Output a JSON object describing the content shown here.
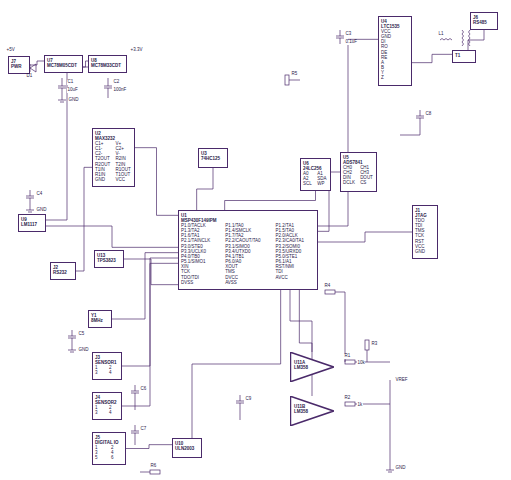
{
  "diagram": {
    "nodes": [
      {
        "text": [
          "U7",
          "MC78M05CDT"
        ]
      },
      {
        "text": [
          "U8",
          "MC78M33CDT"
        ]
      },
      {
        "text": [
          "U2",
          "MAX3232",
          "C1+",
          "V+",
          "C1-",
          "C2+",
          "C2-",
          "V-",
          "T2OUT",
          "R2IN",
          "R2OUT",
          "T2IN",
          "T1IN",
          "R1OUT",
          "R1IN",
          "T1OUT",
          "GND",
          "VCC"
        ]
      },
      {
        "text": [
          "U3",
          "74HC125"
        ]
      },
      {
        "text": [
          "U4",
          "LTC1535",
          "VCC",
          "GND",
          "DI",
          "RO",
          "DE",
          "RE",
          "A",
          "B",
          "Y",
          "Z"
        ]
      },
      {
        "text": [
          "U5",
          "ADS7841",
          "CH0",
          "CH1",
          "CH2",
          "CH3",
          "DIN",
          "DOUT",
          "DCLK",
          "CS"
        ]
      },
      {
        "text": [
          "U6",
          "24LC256",
          "A0",
          "A1",
          "A2",
          "SDA",
          "SCL",
          "WP"
        ]
      },
      {
        "text": [
          "U1",
          "MSP430F149IPM",
          "P1.0/TACLK",
          "P1.1/TA0",
          "P1.2/TA1",
          "P1.3/TA2",
          "P1.4/SMCLK",
          "P1.5/TA0",
          "P1.6/TA1",
          "P1.7/TA2",
          "P2.0/ACLK",
          "P2.1/TAINCLK",
          "P2.2/CAOUT/TA0",
          "P2.3/CA0/TA1",
          "P3.0/STE0",
          "P3.1/SIMO0",
          "P3.2/SOMI0",
          "P3.3/UCLK0",
          "P3.4/UTXD0",
          "P3.5/URXD0",
          "P4.0/TB0",
          "P4.1/TB1",
          "P5.0/STE1",
          "P5.1/SIMO1",
          "P6.0/A0",
          "P6.1/A1",
          "XIN",
          "XOUT",
          "RST/NMI",
          "TCK",
          "TMS",
          "TDI",
          "TDO/TDI",
          "DVCC",
          "AVCC",
          "DVSS",
          "AVSS"
        ]
      },
      {
        "text": [
          "J1",
          "JTAG",
          "TDO",
          "TDI",
          "TMS",
          "TCK",
          "RST",
          "VCC",
          "GND"
        ]
      },
      {
        "text": [
          "U9",
          "LM1117"
        ]
      },
      {
        "text": [
          "Y1",
          "8MHz"
        ]
      },
      {
        "text": [
          "J2",
          "RS232"
        ]
      },
      {
        "text": [
          "J3",
          "SENSOR1",
          "1",
          "2",
          "3",
          "4"
        ]
      },
      {
        "text": [
          "J4",
          "SENSOR2",
          "1",
          "2",
          "3",
          "4"
        ]
      },
      {
        "text": [
          "J5",
          "DIGITAL IO",
          "1",
          "2",
          "3",
          "4",
          "5",
          "6"
        ]
      },
      {
        "text": [
          "U10",
          "ULN2003"
        ]
      },
      {
        "text": [
          "U11A",
          "LM358"
        ]
      },
      {
        "text": [
          "U11B",
          "LM358"
        ]
      },
      {
        "text": [
          "T1"
        ]
      },
      {
        "text": [
          "J6",
          "RS485"
        ]
      },
      {
        "text": [
          "J7",
          "PWR"
        ]
      },
      {
        "text": [
          "U13",
          "TPS3823"
        ]
      }
    ],
    "edges": [
      {
        "from": 20,
        "to": 0,
        "arrow": "none"
      },
      {
        "from": 0,
        "to": 1,
        "arrow": "none"
      },
      {
        "from": 1,
        "to": 9,
        "arrow": "none"
      },
      {
        "from": 2,
        "to": 7,
        "arrow": "none"
      },
      {
        "from": 3,
        "to": 7,
        "arrow": "none"
      },
      {
        "from": 4,
        "to": 7,
        "arrow": "none"
      },
      {
        "from": 4,
        "to": 18,
        "arrow": "none"
      },
      {
        "from": 18,
        "to": 19,
        "arrow": "none"
      },
      {
        "from": 5,
        "to": 7,
        "arrow": "none"
      },
      {
        "from": 6,
        "to": 7,
        "arrow": "none"
      },
      {
        "from": 7,
        "to": 8,
        "arrow": "none"
      },
      {
        "from": 9,
        "to": 7,
        "arrow": "none"
      },
      {
        "from": 10,
        "to": 7,
        "arrow": "none"
      },
      {
        "from": 11,
        "to": 2,
        "arrow": "none"
      },
      {
        "from": 12,
        "to": 7,
        "arrow": "none"
      },
      {
        "from": 13,
        "to": 7,
        "arrow": "none"
      },
      {
        "from": 14,
        "to": 15,
        "arrow": "none"
      },
      {
        "from": 15,
        "to": 7,
        "arrow": "none"
      },
      {
        "from": 16,
        "to": 7,
        "arrow": "none"
      },
      {
        "from": 17,
        "to": 7,
        "arrow": "none"
      },
      {
        "from": 21,
        "to": 7,
        "arrow": "none"
      }
    ],
    "labels": [
      "+5V",
      "+3.3V",
      "GND",
      "GND",
      "GND",
      "GND",
      "C1",
      "C2",
      "C3",
      "C4",
      "C5",
      "C6",
      "C7",
      "R1",
      "R2",
      "R3",
      "R4",
      "R5",
      "R6",
      "D1",
      "L1",
      "10uF",
      "100nF",
      "0.1uF",
      "10k",
      "1k",
      "VREF",
      "C8",
      "C9"
    ]
  }
}
